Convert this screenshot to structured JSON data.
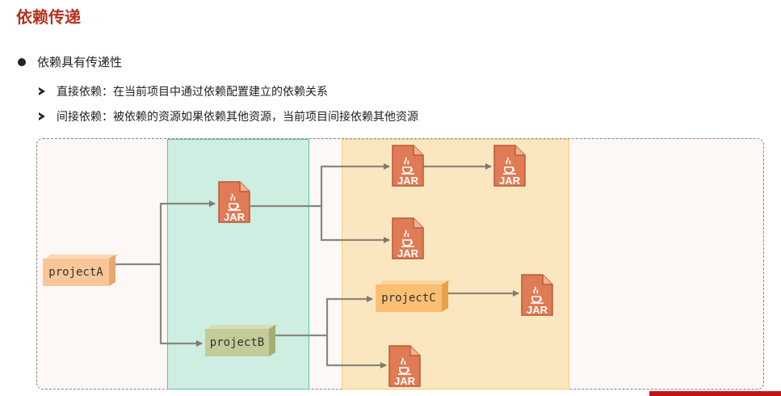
{
  "title": "依赖传递",
  "bullet": "依赖具有传递性",
  "items": [
    "直接依赖：在当前项目中通过依赖配置建立的依赖关系",
    "间接依赖：被依赖的资源如果依赖其他资源，当前项目间接依赖其他资源"
  ],
  "diagram": {
    "nodes": {
      "a": "projectA",
      "b": "projectB",
      "c": "projectC"
    },
    "jar_label": "JAR",
    "edges": [
      [
        "projectA",
        "JAR (direct)"
      ],
      [
        "projectA",
        "projectB"
      ],
      [
        "JAR (direct)",
        "JAR (indirect 1)"
      ],
      [
        "JAR (indirect 1)",
        "JAR (indirect 2)"
      ],
      [
        "JAR (direct)",
        "JAR (indirect 3)"
      ],
      [
        "projectB",
        "projectC"
      ],
      [
        "projectC",
        "JAR (indirect 4)"
      ],
      [
        "projectB",
        "JAR (indirect 5)"
      ]
    ],
    "colors": {
      "direct_zone": "#cdeee0",
      "indirect_zone": "#fbe7bf",
      "jar": "#e07b55",
      "arrow": "#7d7a6f"
    }
  }
}
